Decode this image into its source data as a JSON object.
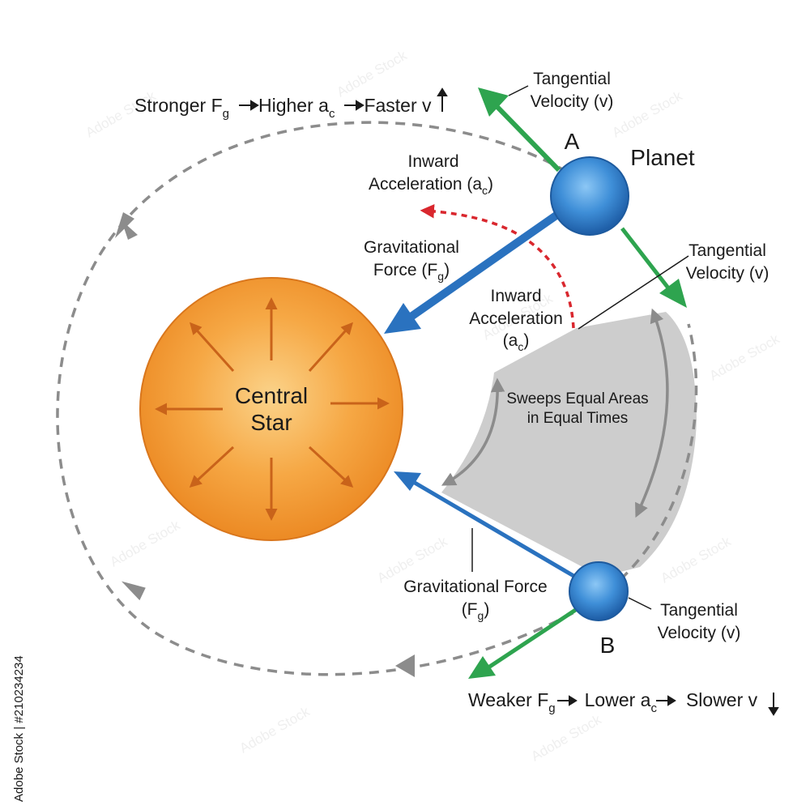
{
  "top_rule": {
    "part1": "Stronger F",
    "sub1": "g",
    "part2": "Higher a",
    "sub2": "c",
    "part3": "Faster v"
  },
  "bottom_rule": {
    "part1": "Weaker F",
    "sub1": "g",
    "part2": "Lower a",
    "sub2": "c",
    "part3": "Slower v"
  },
  "star": {
    "line1": "Central",
    "line2": "Star"
  },
  "planet_label": "Planet",
  "point_a": "A",
  "point_b": "B",
  "tangential_a": {
    "line1": "Tangential",
    "line2": "Velocity (v)"
  },
  "tangential_a2": {
    "line1": "Tangential",
    "line2": "Velocity (v)"
  },
  "tangential_b": {
    "line1": "Tangential",
    "line2": "Velocity (v)"
  },
  "inward_top": {
    "line1": "Inward",
    "line2": "Acceleration (a",
    "sub": "c",
    "close": ")"
  },
  "inward_mid": {
    "line1": "Inward",
    "line2": "Acceleration",
    "line3": "(a",
    "sub": "c",
    "close": ")"
  },
  "grav_a": {
    "line1": "Gravitational",
    "line2": "Force (F",
    "sub": "g",
    "close": ")"
  },
  "grav_b": {
    "line1": "Gravitational Force",
    "line2": "(F",
    "sub": "g",
    "close": ")"
  },
  "sweep": {
    "line1": "Sweeps Equal Areas",
    "line2": "in Equal Times"
  },
  "stock_id": "210234234",
  "stock_prefix": "Adobe Stock | #",
  "colors": {
    "star": "#f0952e",
    "planet": "#3b86d0",
    "gravity": "#2a72bf",
    "velocity": "#2ea44f",
    "acceleration": "#d9272e",
    "orbit": "#8c8c8c",
    "sweep": "#cdcdcd"
  }
}
